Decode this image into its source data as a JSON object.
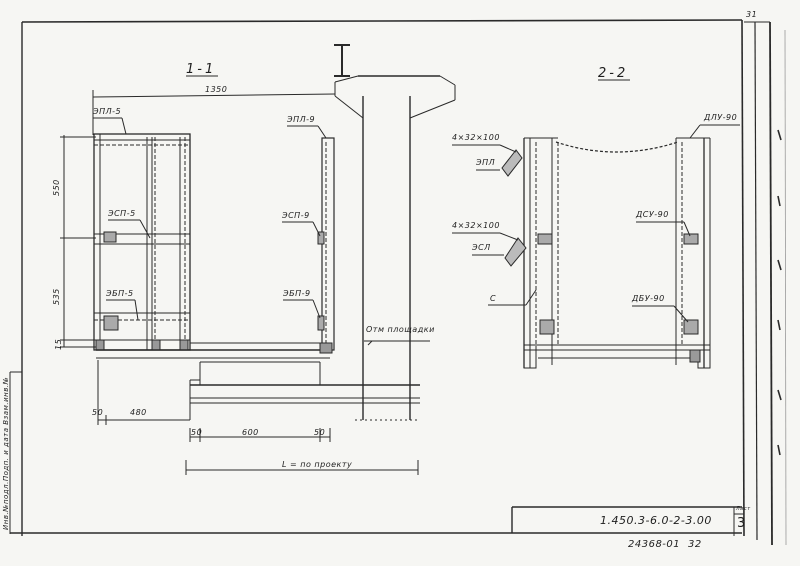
{
  "sections": {
    "s1": "1-1",
    "s2": "2-2"
  },
  "dims": {
    "width_top": "1350",
    "h_550": "550",
    "h_535": "535",
    "h_15": "15",
    "b_50a": "50",
    "b_480": "480",
    "b_50b": "50",
    "b_600": "600",
    "b_50c": "50",
    "L_label": "L = по проекту"
  },
  "labels": {
    "epl5": "ЭПЛ-5",
    "esp5": "ЭСП-5",
    "ebp5": "ЭБП-5",
    "epl9": "ЭПЛ-9",
    "esp9": "ЭСП-9",
    "ebp9": "ЭБП-9",
    "level": "Отм площадки",
    "plate1": "4×32×100",
    "epl": "ЭПЛ",
    "plate2": "4×32×100",
    "esl": "ЭСЛ",
    "c": "С",
    "dlu": "ДЛУ-90",
    "dsu": "ДСУ-90",
    "dbu": "ДБУ-90"
  },
  "stamp": {
    "sheet_label": "Лист",
    "code": "1.450.3-6.0-2-3.00",
    "sheet_no": "3",
    "sheet_no_top": "31",
    "inv": "24368-01",
    "inv_page": "32"
  },
  "margin_label": "Инв.№подл.Подп. и дата Взам.инв.№"
}
